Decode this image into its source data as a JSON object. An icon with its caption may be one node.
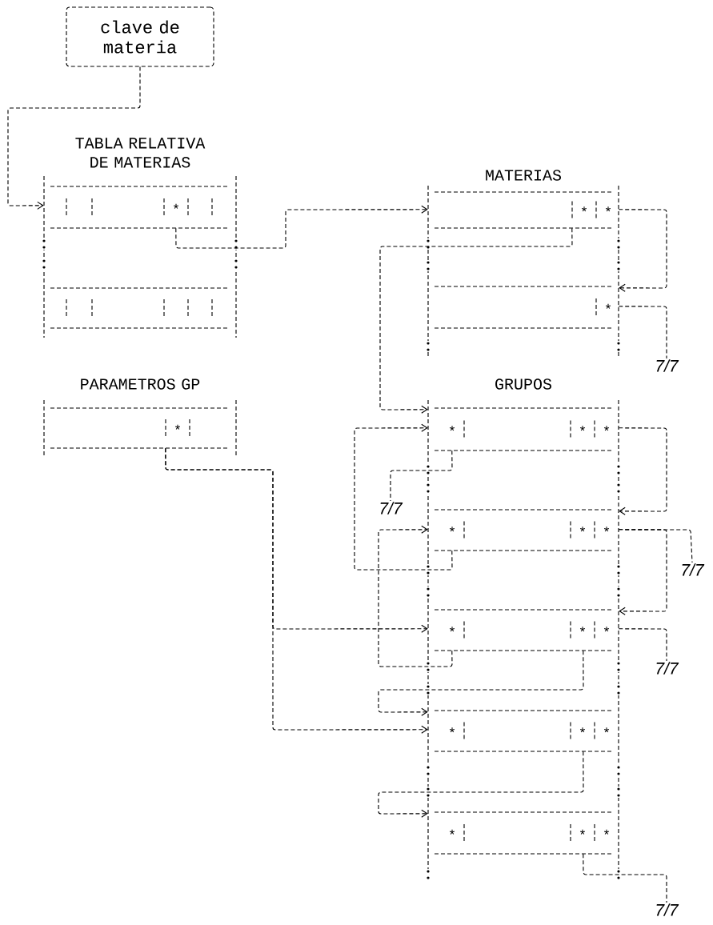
{
  "diagram": {
    "nodes": [
      {
        "text": [
          "clave de materia"
        ]
      },
      {
        "text": [
          "TABLA RELATIVA DE MATERIAS"
        ]
      },
      {
        "text": [
          "*"
        ],
        "in": 1
      },
      {
        "text": [],
        "shape": "box",
        "in": 1
      },
      {
        "text": [
          "MATERIAS"
        ]
      },
      {
        "text": [
          "*",
          "*"
        ],
        "in": 4
      },
      {
        "text": [
          "*"
        ],
        "in": 4
      },
      {
        "text": [
          "7/7"
        ]
      },
      {
        "text": [
          "PARAMETROS GP"
        ]
      },
      {
        "text": [
          "*"
        ],
        "in": 8
      },
      {
        "text": [
          "GRUPOS"
        ]
      },
      {
        "text": [
          "*",
          "*",
          "*"
        ],
        "in": 10
      },
      {
        "text": [
          "*",
          "*",
          "*"
        ],
        "in": 10
      },
      {
        "text": [
          "*",
          "*",
          "*"
        ],
        "in": 10
      },
      {
        "text": [
          "*",
          "*",
          "*"
        ],
        "in": 10
      },
      {
        "text": [
          "*",
          "*",
          "*"
        ],
        "in": 10
      },
      {
        "text": [
          "7/7"
        ]
      },
      {
        "text": [
          "7/7"
        ]
      },
      {
        "text": [
          "7/7"
        ]
      },
      {
        "text": [
          "7/7"
        ]
      }
    ],
    "edges": [
      {
        "from": 0,
        "to": 2,
        "arrow": "to"
      },
      {
        "from": 2,
        "to": 5,
        "arrow": "to"
      },
      {
        "from": 5,
        "to": 6,
        "arrow": "to"
      },
      {
        "from": 6,
        "to": 7,
        "arrow": "none"
      },
      {
        "from": 5,
        "to": 11,
        "arrow": "to"
      },
      {
        "from": 11,
        "to": 12,
        "arrow": "to"
      },
      {
        "from": 11,
        "to": 16,
        "arrow": "none"
      },
      {
        "from": 12,
        "to": 11,
        "arrow": "to"
      },
      {
        "from": 12,
        "to": 13,
        "arrow": "to"
      },
      {
        "from": 12,
        "to": 17,
        "arrow": "none"
      },
      {
        "from": 13,
        "to": 12,
        "arrow": "to"
      },
      {
        "from": 13,
        "to": 18,
        "arrow": "none"
      },
      {
        "from": 9,
        "to": 13,
        "arrow": "to"
      },
      {
        "from": 9,
        "to": 14,
        "arrow": "to"
      },
      {
        "from": 13,
        "to": 14,
        "arrow": "to"
      },
      {
        "from": 14,
        "to": 15,
        "arrow": "to"
      },
      {
        "from": 15,
        "to": 19,
        "arrow": "none"
      }
    ]
  }
}
